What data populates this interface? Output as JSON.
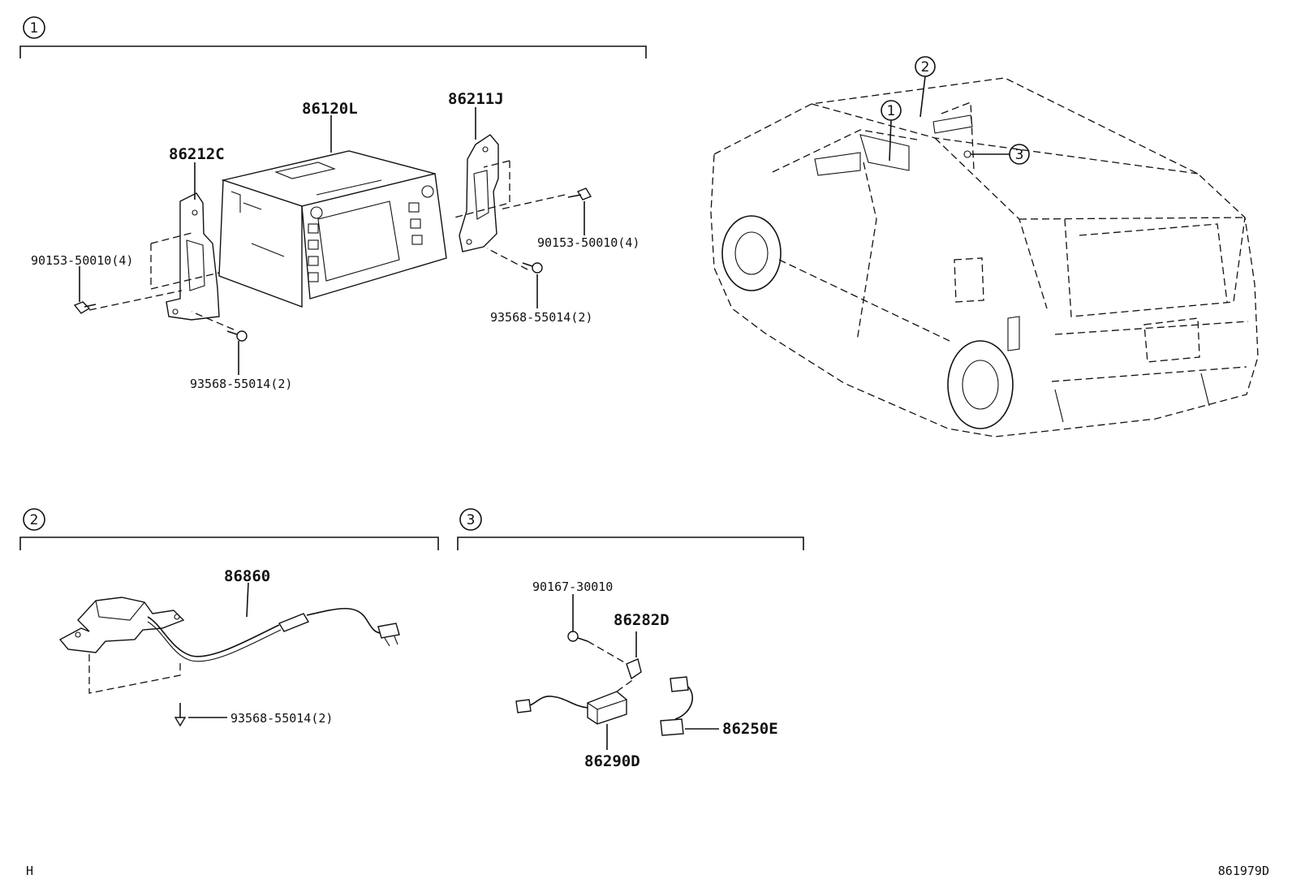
{
  "callouts": {
    "c1": "1",
    "c2": "2",
    "c3": "3"
  },
  "parts": {
    "p86120L": "86120L",
    "p86211J": "86211J",
    "p86212C": "86212C",
    "p90153_left": "90153-50010(4)",
    "p90153_right": "90153-50010(4)",
    "p93568_g1_left": "93568-55014(2)",
    "p93568_g1_right": "93568-55014(2)",
    "p86860": "86860",
    "p93568_g2": "93568-55014(2)",
    "p90167": "90167-30010",
    "p86282D": "86282D",
    "p86250E": "86250E",
    "p86290D": "86290D"
  },
  "footer": {
    "left_code": "H",
    "diagram_id": "861979D"
  },
  "icons": [
    "bolt-icon",
    "screw-icon",
    "radio-unit",
    "vehicle-outline"
  ]
}
